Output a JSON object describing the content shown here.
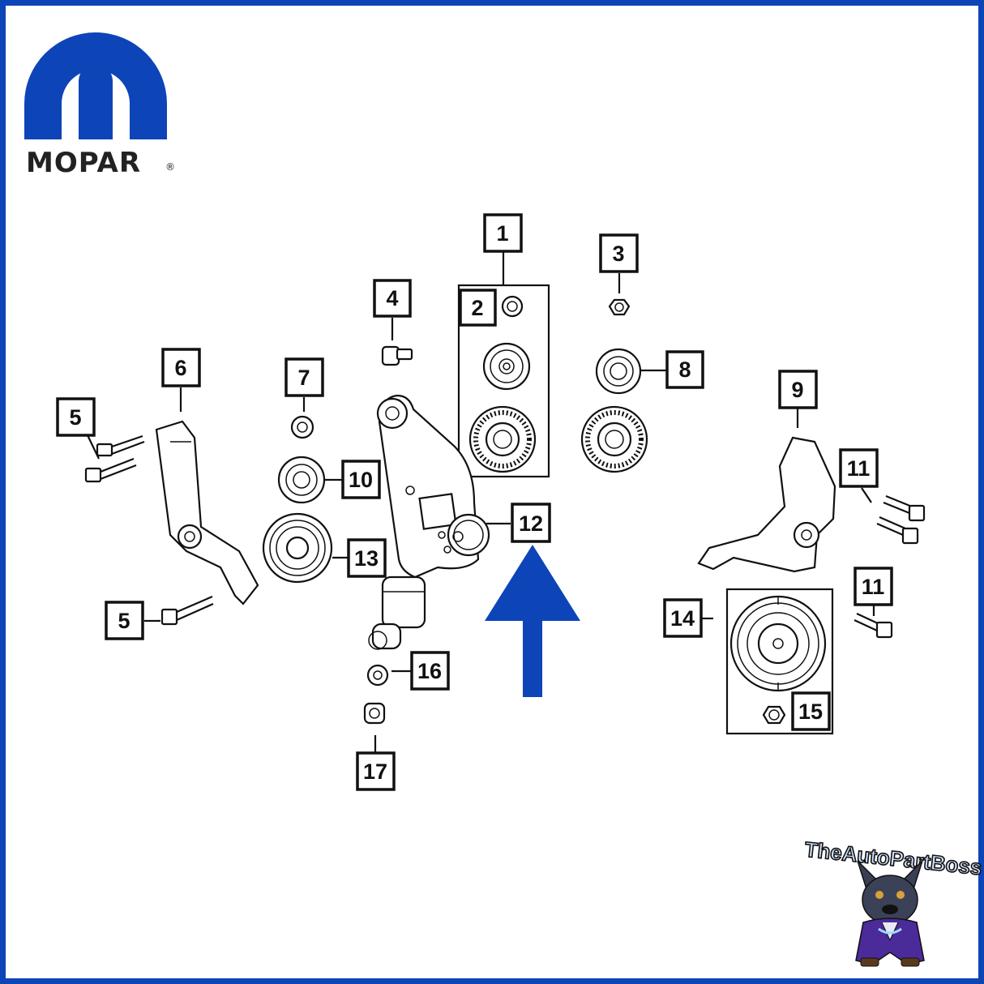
{
  "brand": {
    "logo_text": "MOPAR",
    "registered_mark": "®",
    "logo_color": "#0d44b8"
  },
  "watermark": {
    "text": "TheAutoPartBoss"
  },
  "frame_color": "#0d44b8",
  "arrow_color": "#0d44b8",
  "callouts": [
    {
      "id": "c1",
      "label": "1"
    },
    {
      "id": "c2",
      "label": "2"
    },
    {
      "id": "c3",
      "label": "3"
    },
    {
      "id": "c4",
      "label": "4"
    },
    {
      "id": "c5a",
      "label": "5"
    },
    {
      "id": "c5b",
      "label": "5"
    },
    {
      "id": "c6",
      "label": "6"
    },
    {
      "id": "c7",
      "label": "7"
    },
    {
      "id": "c8",
      "label": "8"
    },
    {
      "id": "c9",
      "label": "9"
    },
    {
      "id": "c10",
      "label": "10"
    },
    {
      "id": "c11a",
      "label": "11"
    },
    {
      "id": "c11b",
      "label": "11"
    },
    {
      "id": "c12",
      "label": "12"
    },
    {
      "id": "c13",
      "label": "13"
    },
    {
      "id": "c14",
      "label": "14"
    },
    {
      "id": "c15",
      "label": "15"
    },
    {
      "id": "c16",
      "label": "16"
    },
    {
      "id": "c17",
      "label": "17"
    }
  ]
}
